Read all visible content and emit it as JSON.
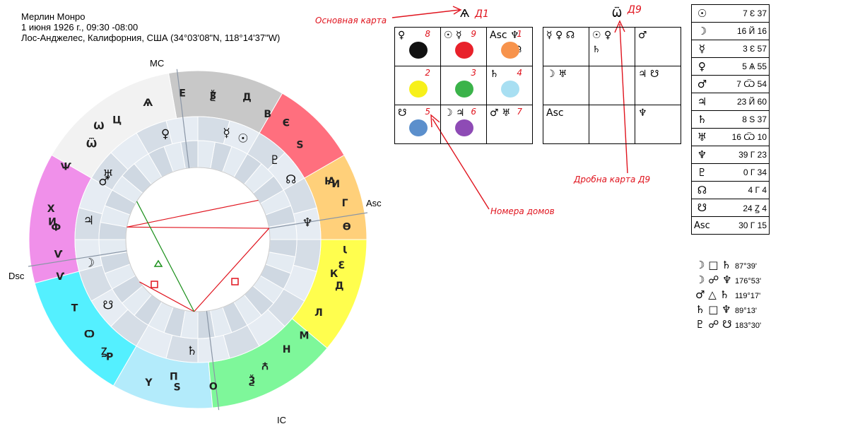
{
  "header": {
    "name": "Мерлин Монро",
    "datetime": "1 июня 1926 г., 09:30 -08:00",
    "place": "Лос-Анджелес, Калифорния, США (34°03'08\"N, 118°14'37\"W)"
  },
  "chart_points": {
    "mc": "MC",
    "asc": "Asc",
    "dsc": "Dsc",
    "ic": "IC"
  },
  "wheel": {
    "outer_sectors": [
      {
        "from": 0,
        "to": 30,
        "color": "#ffd07a"
      },
      {
        "from": 30,
        "to": 60,
        "color": "#ff6f7e"
      },
      {
        "from": 60,
        "to": 100,
        "color": "#c8c8c8"
      },
      {
        "from": 100,
        "to": 150,
        "color": "#f2f2f2"
      },
      {
        "from": 150,
        "to": 195,
        "color": "#f090ea"
      },
      {
        "from": 195,
        "to": 240,
        "color": "#54f0ff"
      },
      {
        "from": 240,
        "to": 275,
        "color": "#b3ebfb"
      },
      {
        "from": 275,
        "to": 320,
        "color": "#7ef79a"
      },
      {
        "from": 320,
        "to": 360,
        "color": "#fffe4e"
      }
    ],
    "outer_letters": [
      {
        "ch": "Ԑ",
        "a": 350
      },
      {
        "ch": "Г",
        "a": 14
      },
      {
        "ch": "Ꙗ",
        "a": 24
      },
      {
        "ch": "Ѕ",
        "a": 43
      },
      {
        "ch": "Є",
        "a": 53
      },
      {
        "ch": "В",
        "a": 61
      },
      {
        "ch": "Д",
        "a": 71
      },
      {
        "ch": "Г",
        "a": 84
      },
      {
        "ch": "Е",
        "a": 96
      },
      {
        "ch": "Ѧ",
        "a": 110
      },
      {
        "ch": "Ѡ",
        "a": 131
      },
      {
        "ch": "Ц",
        "a": 124
      },
      {
        "ch": "Ѿ",
        "a": 138
      },
      {
        "ch": "Ѱ",
        "a": 151
      },
      {
        "ch": "Х",
        "a": 168
      },
      {
        "ch": "Ф",
        "a": 175
      },
      {
        "ch": "И",
        "a": 173
      },
      {
        "ch": "Ѵ",
        "a": 186
      },
      {
        "ch": "Т",
        "a": 209
      },
      {
        "ch": "Ѻ",
        "a": 221
      },
      {
        "ch": "Ꙁ",
        "a": 230
      },
      {
        "ch": "Р",
        "a": 233
      },
      {
        "ch": "Ү",
        "a": 251
      },
      {
        "ch": "П",
        "a": 260
      },
      {
        "ch": "Ѕ",
        "a": 262
      },
      {
        "ch": "О",
        "a": 276
      },
      {
        "ch": "Ѯ",
        "a": 291
      },
      {
        "ch": "Ꙉ",
        "a": 298
      },
      {
        "ch": "Н",
        "a": 309
      },
      {
        "ch": "М",
        "a": 318
      },
      {
        "ch": "Л",
        "a": 329
      },
      {
        "ch": "Д",
        "a": 342
      },
      {
        "ch": "К",
        "a": 346
      },
      {
        "ch": "Ꙇ",
        "a": 356
      },
      {
        "ch": "Ѳ",
        "a": 5
      },
      {
        "ch": "И",
        "a": 22
      },
      {
        "ch": "Ѯ",
        "a": 84
      },
      {
        "ch": "Ѵ",
        "a": 195
      }
    ],
    "planets": [
      {
        "ch": "☉",
        "a": 66
      },
      {
        "ch": "☿",
        "a": 75
      },
      {
        "ch": "♀",
        "a": 107
      },
      {
        "ch": "♇",
        "a": 46
      },
      {
        "ch": "☊",
        "a": 33
      },
      {
        "ch": "♅",
        "a": 144
      },
      {
        "ch": "♂",
        "a": 148
      },
      {
        "ch": "♃",
        "a": 170
      },
      {
        "ch": "☽",
        "a": 192
      },
      {
        "ch": "☋",
        "a": 216
      },
      {
        "ch": "♄",
        "a": 267
      },
      {
        "ch": "♆",
        "a": 9
      }
    ]
  },
  "annotations": {
    "main_chart": "Основная карта",
    "d1": "Д1",
    "d9": "Д9",
    "house_numbers": "Номера домов",
    "d9_chart": "Дробна карта Д9"
  },
  "d1_grid": {
    "top_symbol": "Ѧ",
    "cells": [
      {
        "text": "♀",
        "num": "8",
        "blob": "#111111"
      },
      {
        "text": "☉ ☿",
        "num": "9",
        "blob": "#e8212a"
      },
      {
        "text": "Asc ♆",
        "sub": "♆ ☊",
        "num": "1",
        "blob": "#f7934c"
      },
      {
        "text": "",
        "num": "2",
        "blob": "#f7f01a"
      },
      {
        "text": "",
        "num": "3",
        "blob": "#3bb34a"
      },
      {
        "text": "♄",
        "num": "4",
        "blob": "#a8dff2"
      },
      {
        "text": "☋",
        "num": "5",
        "blob": "#5b8fcc"
      },
      {
        "text": "☽ ♃",
        "num": "6",
        "blob": "#8e4bb5"
      },
      {
        "text": "♂ ♅",
        "num": "7",
        "blob": ""
      }
    ]
  },
  "d9_grid": {
    "top_symbol": "Ѿ",
    "cells": [
      {
        "text": "☿ ♀ ☊"
      },
      {
        "text": "☉ ♀",
        "sub": "♄"
      },
      {
        "text": "♂"
      },
      {
        "text": "☽ ♅"
      },
      {
        "text": ""
      },
      {
        "text": "♃ ☋"
      },
      {
        "text": "Asc"
      },
      {
        "text": ""
      },
      {
        "text": "♆"
      }
    ]
  },
  "positions": [
    {
      "planet": "☉",
      "deg": "7",
      "sign": "Ԑ",
      "min": "37"
    },
    {
      "planet": "☽",
      "deg": "16",
      "sign": "Й",
      "min": "16"
    },
    {
      "planet": "☿",
      "deg": "3",
      "sign": "Ԑ",
      "min": "57"
    },
    {
      "planet": "♀",
      "deg": "5",
      "sign": "Ѧ",
      "min": "55"
    },
    {
      "planet": "♂",
      "deg": "7",
      "sign": "Ѿ",
      "min": "54"
    },
    {
      "planet": "♃",
      "deg": "23",
      "sign": "Й",
      "min": "60"
    },
    {
      "planet": "♄",
      "deg": "8",
      "sign": "Ѕ",
      "min": "37"
    },
    {
      "planet": "♅",
      "deg": "16",
      "sign": "Ѿ",
      "min": "10"
    },
    {
      "planet": "♆",
      "deg": "39",
      "sign": "Г",
      "min": "23"
    },
    {
      "planet": "♇",
      "deg": "0",
      "sign": "Г",
      "min": "34"
    },
    {
      "planet": "☊",
      "deg": "4",
      "sign": "Г",
      "min": "4"
    },
    {
      "planet": "☋",
      "deg": "24",
      "sign": "Ꙁ",
      "min": "4"
    },
    {
      "planet": "Asc",
      "deg": "30",
      "sign": "Г",
      "min": "15"
    }
  ],
  "aspects": [
    {
      "glyphs": "☽ □ ♄",
      "value": "87°39'"
    },
    {
      "glyphs": "☽ ☍ ♆",
      "value": "176°53'"
    },
    {
      "glyphs": "♂ △ ♄",
      "value": "119°17'"
    },
    {
      "glyphs": "♄ □ ♆",
      "value": "89°13'"
    },
    {
      "glyphs": "♇ ☍ ☋",
      "value": "183°30'"
    }
  ]
}
